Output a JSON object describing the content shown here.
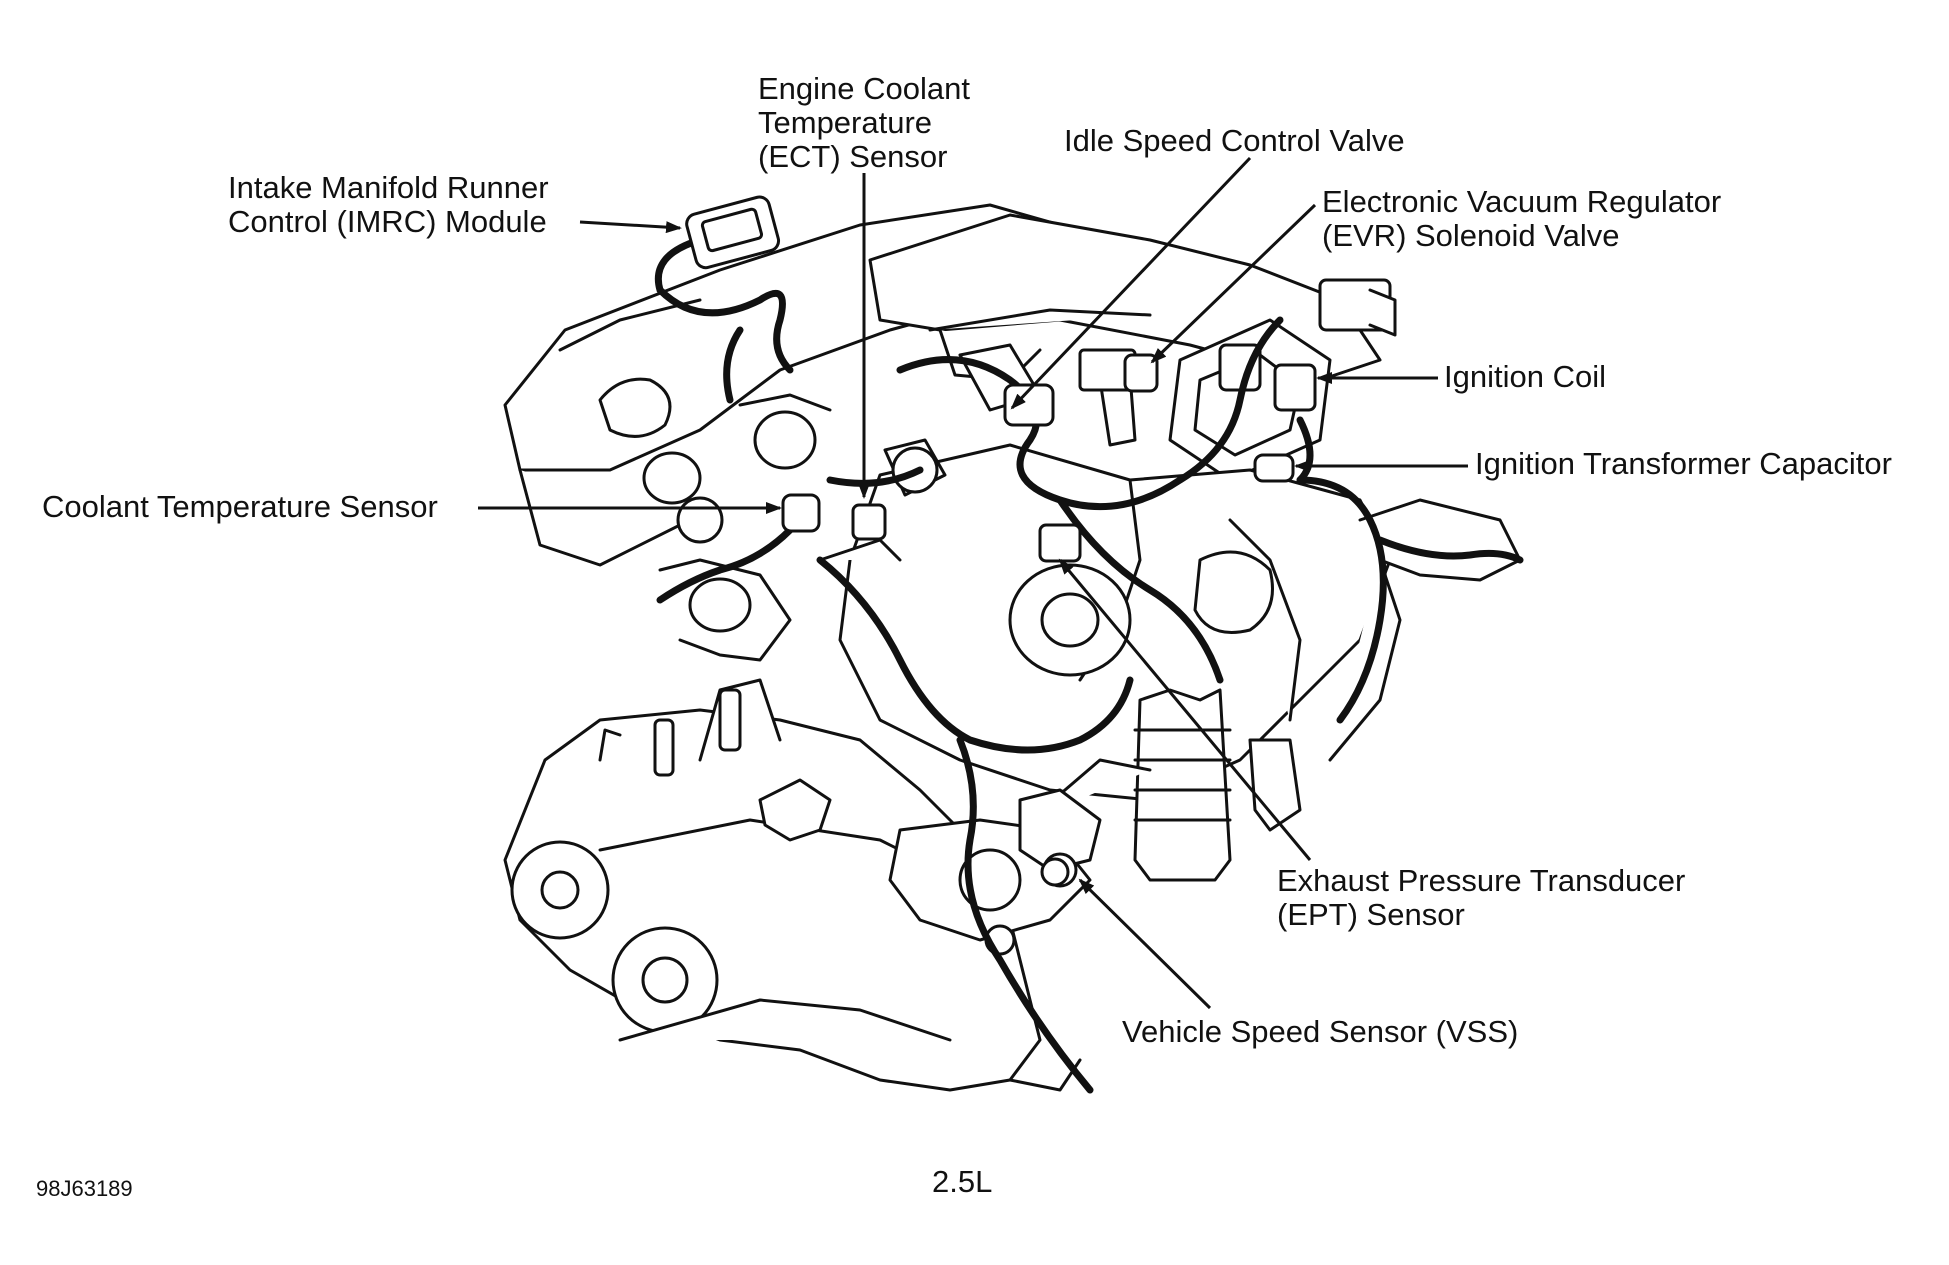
{
  "labels": {
    "ect": [
      "Engine Coolant",
      "Temperature",
      "(ECT) Sensor"
    ],
    "imrc": [
      "Intake Manifold Runner",
      "Control (IMRC) Module"
    ],
    "iscv": "Idle Speed Control Valve",
    "evr": [
      "Electronic Vacuum Regulator",
      "(EVR) Solenoid Valve"
    ],
    "ignition_coil": "Ignition Coil",
    "itc": "Ignition Transformer Capacitor",
    "cts": "Coolant Temperature Sensor",
    "ept": [
      "Exhaust Pressure Transducer",
      "(EPT) Sensor"
    ],
    "vss": "Vehicle Speed Sensor (VSS)"
  },
  "engine_label": "2.5L",
  "figure_code": "98J63189",
  "colors": {
    "line": "#111111",
    "background": "#ffffff"
  }
}
